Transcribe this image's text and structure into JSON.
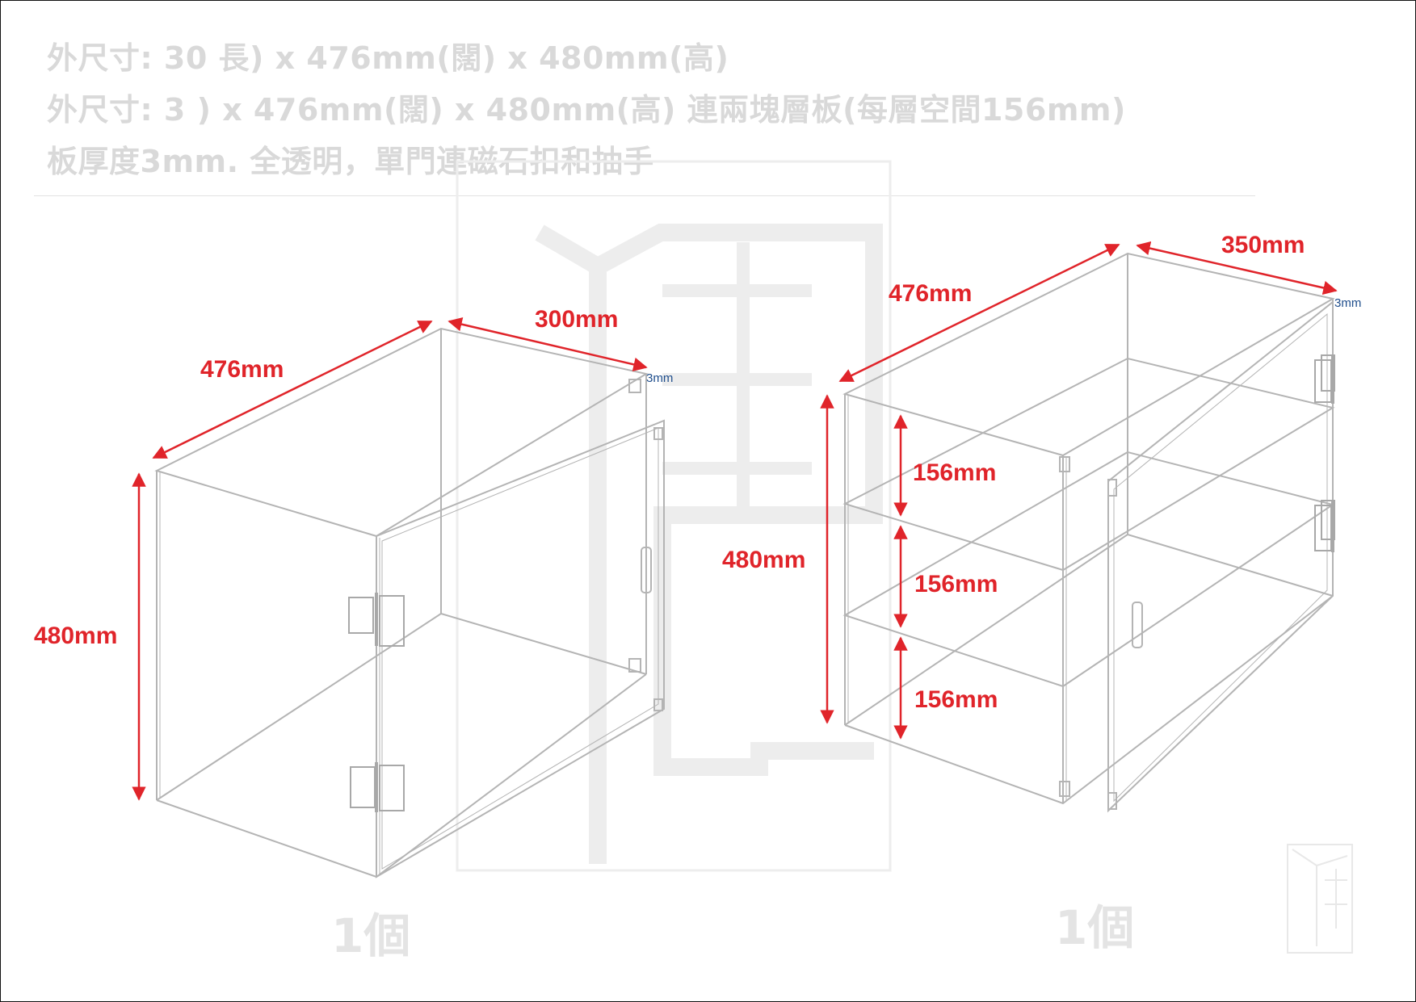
{
  "specs": {
    "line1": "外尺寸: 30   長) x 476mm(闊) x 480mm(高)",
    "line2": "外尺寸: 3      ) x 476mm(闊) x 480mm(高)  連兩塊層板(每層空間156mm)",
    "line3": "板厚度3mm. 全透明，單門連磁石扣和抽手"
  },
  "colors": {
    "dimension": "#e0242a",
    "thickness": "#1f4e8c",
    "outline": "#b4b4b4",
    "watermark": "#ededed",
    "faded_text": "#d9d9d9"
  },
  "left_box": {
    "width_label": "476mm",
    "depth_label": "300mm",
    "height_label": "480mm",
    "thickness_label": "3mm",
    "quantity_label": "1個"
  },
  "right_box": {
    "width_label": "476mm",
    "depth_label": "350mm",
    "height_label": "480mm",
    "thickness_label": "3mm",
    "shelf_labels": [
      "156mm",
      "156mm",
      "156mm"
    ],
    "quantity_label": "1個"
  }
}
